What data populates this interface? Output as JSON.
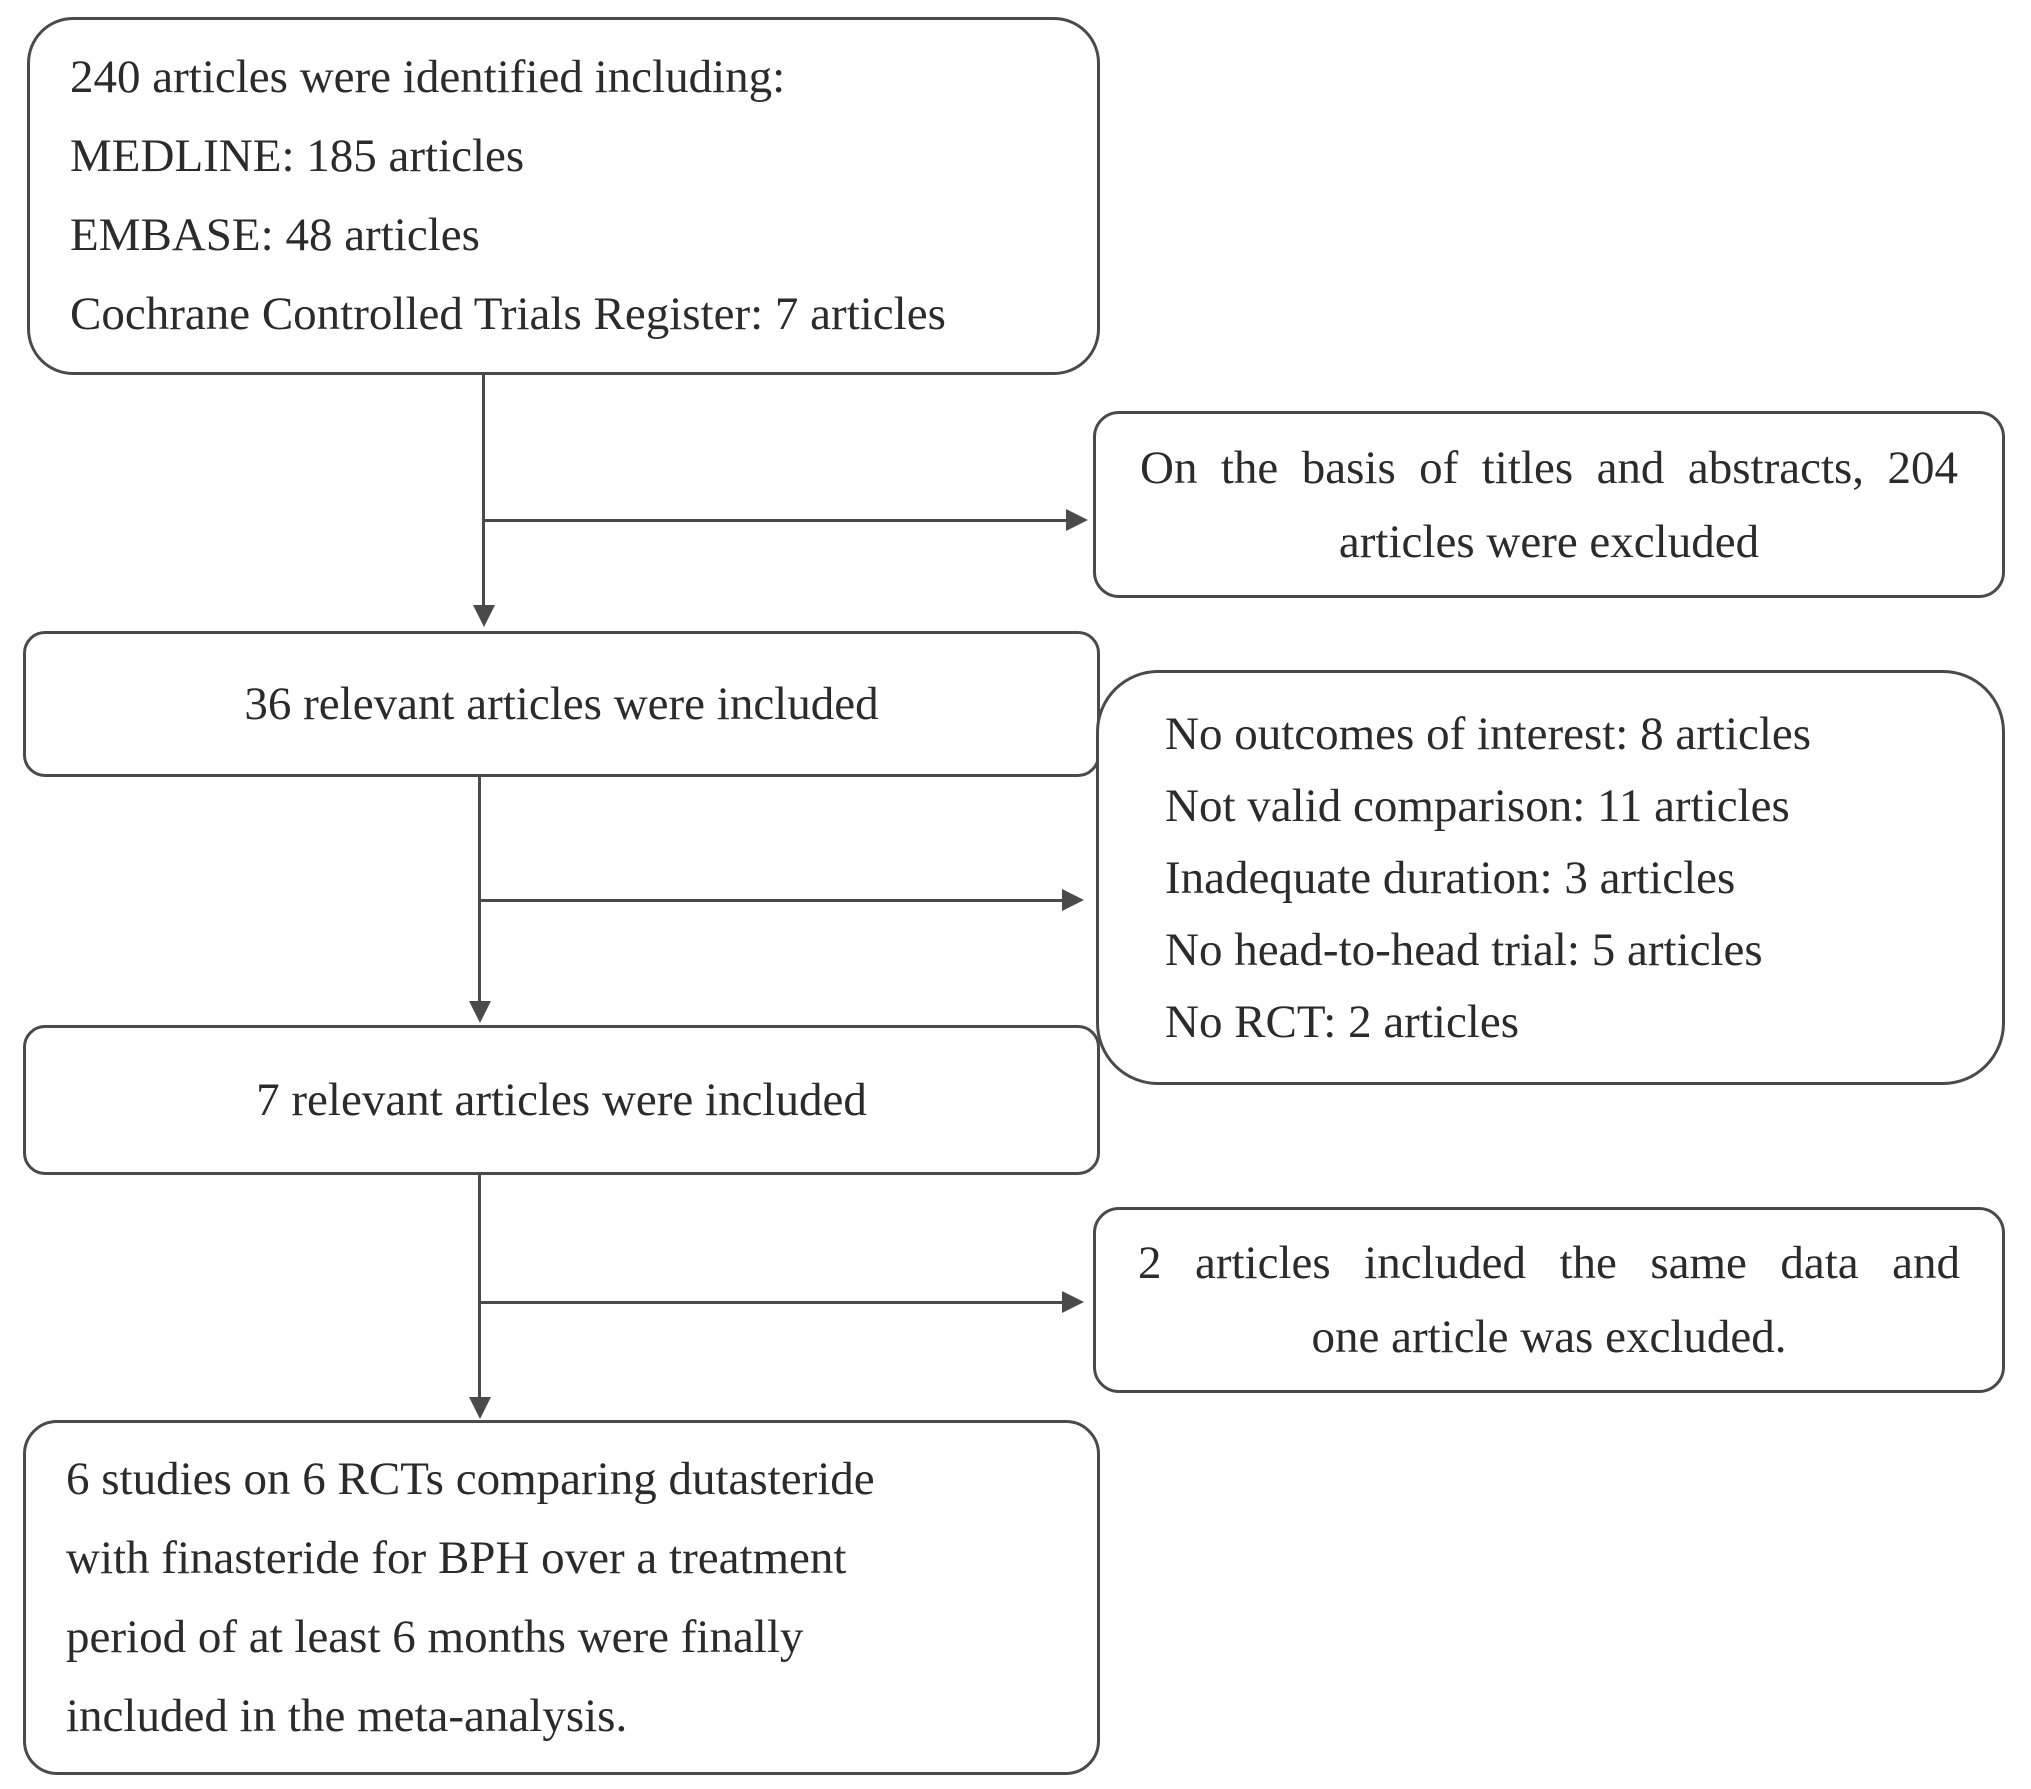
{
  "diagram": {
    "title": "PRISMA-style study selection flow diagram",
    "stroke_color": "#4a4a4a",
    "text_color": "#2b2b2b",
    "background_color": "#ffffff"
  },
  "boxes": {
    "sources": {
      "lines": [
        "240 articles were identified including:",
        "MEDLINE: 185 articles",
        "EMBASE: 48 articles",
        "Cochrane Controlled Trials Register: 7 articles"
      ]
    },
    "excluded_titles": {
      "lines": [
        "On the basis of titles and abstracts, 204",
        "articles were excluded"
      ]
    },
    "relevant_36": {
      "text": "36 relevant articles were included"
    },
    "exclusion_reasons": {
      "lines": [
        "No outcomes of interest: 8 articles",
        "Not valid comparison: 11 articles",
        "Inadequate duration: 3 articles",
        "No head-to-head trial: 5 articles",
        "No RCT: 2 articles"
      ]
    },
    "relevant_7": {
      "text": "7 relevant articles were included"
    },
    "duplicate_data": {
      "lines": [
        "2 articles included the same data and",
        "one article was excluded."
      ]
    },
    "final": {
      "lines": [
        "6 studies on 6 RCTs comparing dutasteride",
        "with finasteride for BPH over a treatment",
        "period of at least 6 months were finally",
        "included in the meta-analysis."
      ]
    }
  }
}
